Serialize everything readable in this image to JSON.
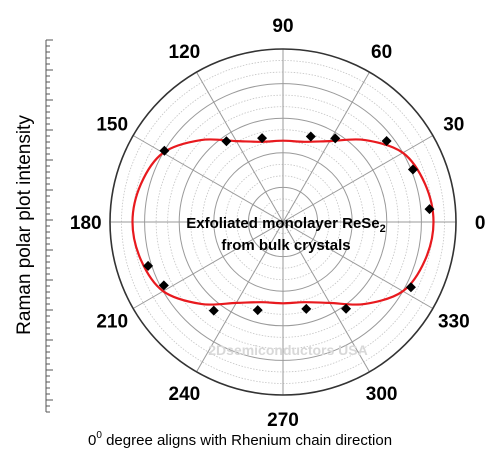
{
  "chart_data": {
    "type": "polar",
    "title": "Exfoliated monolayer ReSe",
    "title_subscript": "2",
    "subtitle": "from bulk crystals",
    "ylabel": "Raman polar plot intensity",
    "footnote_base": "0",
    "footnote_sup": "0",
    "footnote_text": " degree aligns with Rhenium chain direction",
    "watermark": "2Dsemiconductors USA",
    "angle_ticks": [
      0,
      30,
      60,
      90,
      120,
      150,
      180,
      210,
      240,
      270,
      300,
      330
    ],
    "angle_tick_labels": [
      "0",
      "30",
      "60",
      "90",
      "120",
      "150",
      "180",
      "210",
      "240",
      "270",
      "300",
      "330"
    ],
    "radial_range": [
      0,
      1
    ],
    "grid": true,
    "series": [
      {
        "style": "line",
        "color": "#e8191e",
        "theta": [
          0,
          15,
          30,
          45,
          60,
          75,
          90,
          105,
          120,
          135,
          150,
          165,
          180,
          195,
          210,
          225,
          240,
          255,
          270,
          285,
          300,
          315,
          330,
          345
        ],
        "r": [
          0.87,
          0.85,
          0.8,
          0.67,
          0.54,
          0.48,
          0.47,
          0.48,
          0.54,
          0.67,
          0.8,
          0.85,
          0.87,
          0.85,
          0.8,
          0.67,
          0.54,
          0.48,
          0.47,
          0.48,
          0.54,
          0.67,
          0.8,
          0.85
        ]
      },
      {
        "style": "markers",
        "color": "#000000",
        "theta": [
          5,
          22,
          38,
          58,
          72,
          104,
          125,
          149,
          198,
          208,
          232,
          254,
          285,
          306,
          333
        ],
        "r": [
          0.85,
          0.81,
          0.76,
          0.57,
          0.52,
          0.5,
          0.57,
          0.8,
          0.82,
          0.78,
          0.65,
          0.53,
          0.52,
          0.62,
          0.83
        ]
      }
    ]
  }
}
